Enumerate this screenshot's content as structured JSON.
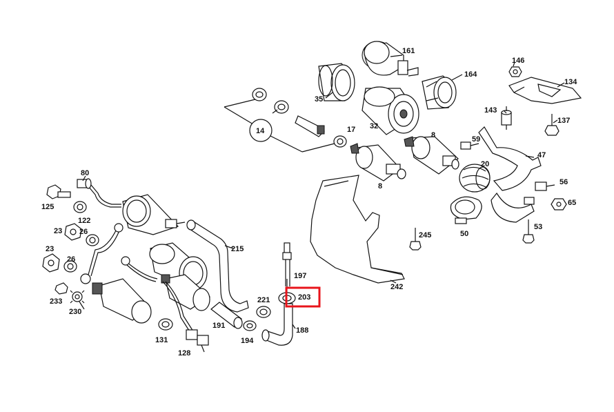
{
  "labels": {
    "p161": "161",
    "p164": "164",
    "p35": "35",
    "p32": "32",
    "p14": "14",
    "p17": "17",
    "p8a": "8",
    "p8b": "8",
    "p59": "59",
    "p20": "20",
    "p146": "146",
    "p134": "134",
    "p143": "143",
    "p137": "137",
    "p47": "47",
    "p56": "56",
    "p65": "65",
    "p50": "50",
    "p53": "53",
    "p245": "245",
    "p242": "242",
    "p215": "215",
    "p197": "197",
    "p203": "203",
    "p221": "221",
    "p188": "188",
    "p191": "191",
    "p194": "194",
    "p80": "80",
    "p125": "125",
    "p122": "122",
    "p23a": "23",
    "p26a": "26",
    "p23b": "23",
    "p26b": "26",
    "p233": "233",
    "p230": "230",
    "p131": "131",
    "p128": "128"
  },
  "highlight": {
    "label": "203",
    "color": "#e8141b"
  },
  "colors": {
    "line": "#111111",
    "background": "#ffffff"
  }
}
